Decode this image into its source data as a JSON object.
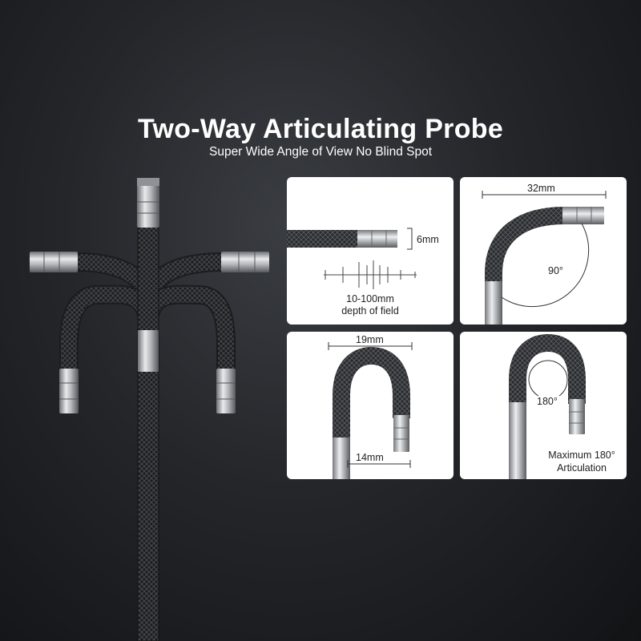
{
  "header": {
    "title": "Two-Way Articulating Probe",
    "subtitle": "Super Wide Angle of View No Blind Spot"
  },
  "panels": {
    "diameter": {
      "size_label": "6mm",
      "dof_range": "10-100mm",
      "dof_text": "depth of field"
    },
    "bend90": {
      "length_label": "32mm",
      "angle_label": "90°"
    },
    "uturn": {
      "top_label": "19mm",
      "bottom_label": "14mm"
    },
    "bend180": {
      "angle_label": "180°",
      "caption_line1": "Maximum 180°",
      "caption_line2": "Articulation"
    }
  },
  "colors": {
    "background": "#24262a",
    "panel": "#ffffff",
    "cable": "#1e1f22",
    "steel": "#b9bcc0"
  }
}
